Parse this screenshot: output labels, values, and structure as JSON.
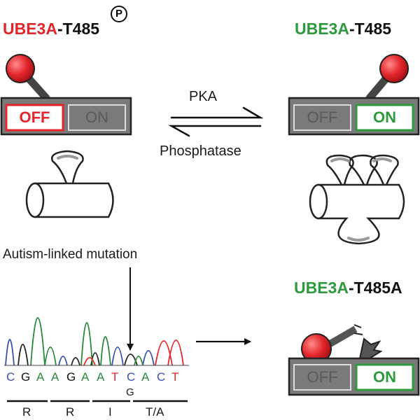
{
  "colors": {
    "red": "#e3262b",
    "green": "#2e9a3e",
    "switch_bg": "#7a7a7a",
    "switch_dark": "#555555",
    "base_C": "#3b4fb0",
    "base_G": "#111111",
    "base_A": "#2a8a3a",
    "base_T": "#e3262b"
  },
  "panel_phospho": {
    "gene": "UBE3A",
    "site": "-T485",
    "phospho_mark": "P",
    "off_label": "OFF",
    "on_label": "ON",
    "state": "off"
  },
  "panel_unphospho": {
    "gene": "UBE3A",
    "site": "-T485",
    "off_label": "OFF",
    "on_label": "ON",
    "state": "on"
  },
  "equilibrium": {
    "forward_enzyme": "PKA",
    "reverse_enzyme": "Phosphatase"
  },
  "mutation": {
    "annotation": "Autism-linked mutation",
    "sequence": [
      "C",
      "G",
      "A",
      "A",
      "G",
      "A",
      "A",
      "T",
      "C",
      "A",
      "C",
      "T"
    ],
    "variant_base": "G",
    "amino_acids": [
      "R",
      "R",
      "I",
      "T/A"
    ]
  },
  "panel_mutant": {
    "gene": "UBE3A",
    "site": "-T485A",
    "off_label": "OFF",
    "on_label": "ON",
    "state": "on"
  }
}
